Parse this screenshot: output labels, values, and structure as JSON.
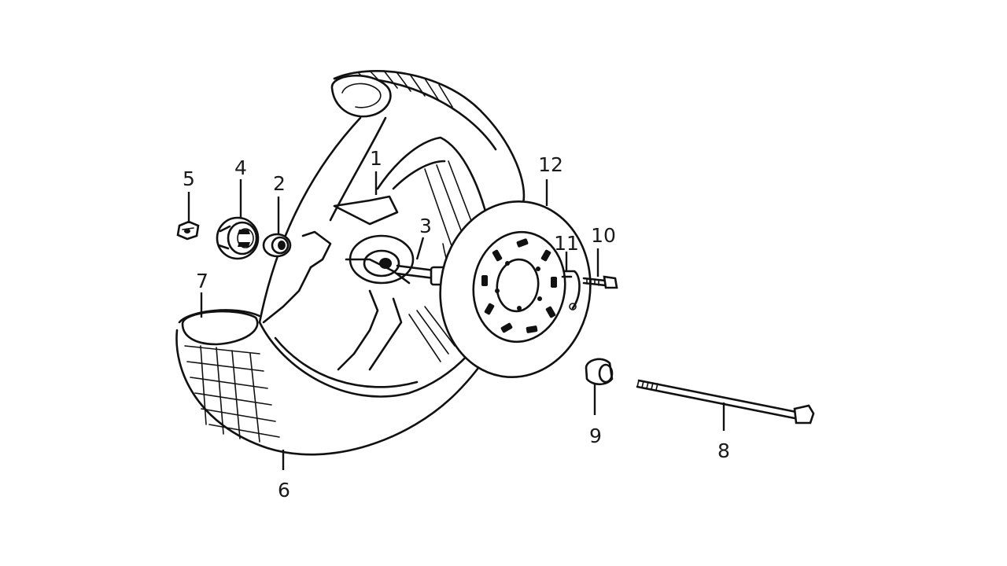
{
  "diagram": {
    "callouts": [
      {
        "id": "1",
        "label": "1"
      },
      {
        "id": "2",
        "label": "2"
      },
      {
        "id": "3",
        "label": "3"
      },
      {
        "id": "4",
        "label": "4"
      },
      {
        "id": "5",
        "label": "5"
      },
      {
        "id": "6",
        "label": "6"
      },
      {
        "id": "7",
        "label": "7"
      },
      {
        "id": "8",
        "label": "8"
      },
      {
        "id": "9",
        "label": "9"
      },
      {
        "id": "10",
        "label": "10"
      },
      {
        "id": "11",
        "label": "11"
      },
      {
        "id": "12",
        "label": "12"
      }
    ],
    "parts": [
      "tire-icon",
      "wheel-rim-icon",
      "brake-disc-icon",
      "axle-shaft-icon",
      "spacer-collar-icon",
      "bearing-hub-icon",
      "nut-icon",
      "disc-bolt-icon",
      "lock-tab-icon",
      "axle-spacer-icon"
    ]
  }
}
